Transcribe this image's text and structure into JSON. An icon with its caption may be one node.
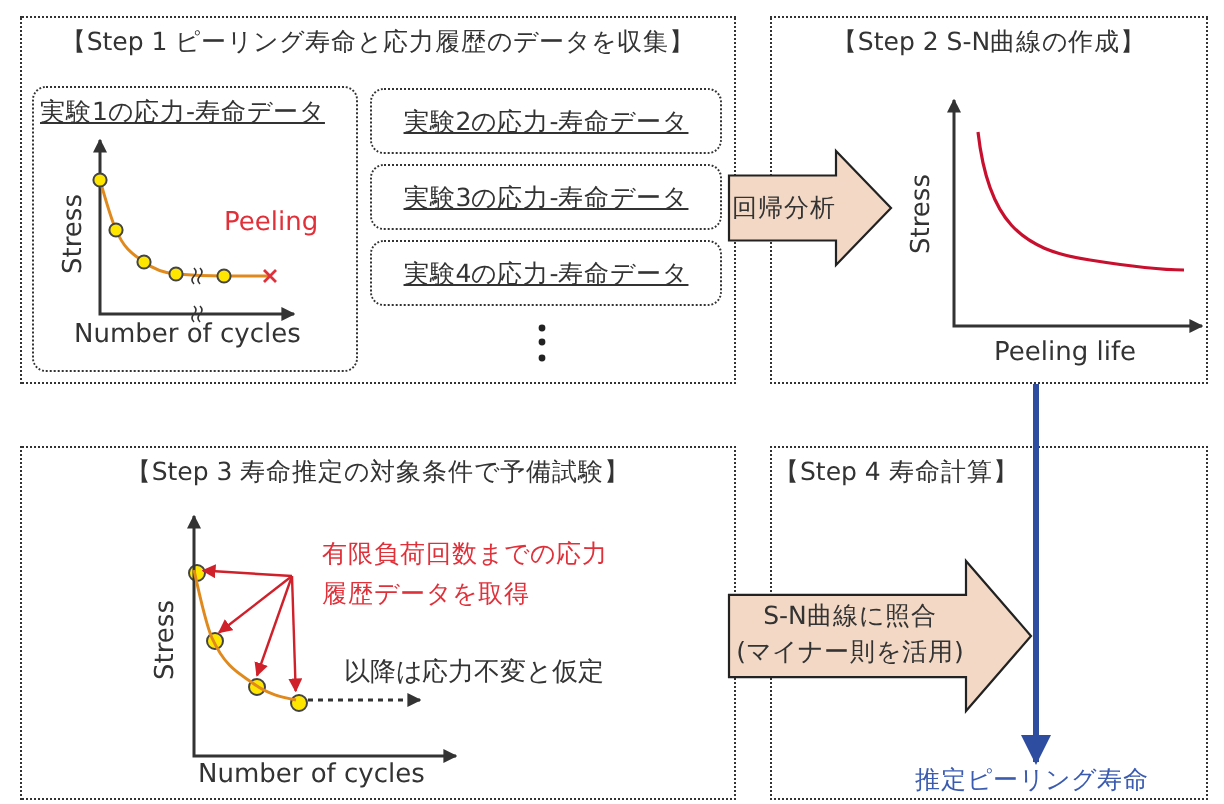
{
  "diagram": {
    "nodes": [
      {
        "text": [
          "【Step 1 ピーリング寿命と応力履歴のデータを収集】"
        ]
      },
      {
        "text": [
          "実験1の応力-寿命データ"
        ],
        "in": 0
      },
      {
        "text": [
          "実験2の応力-寿命データ"
        ],
        "in": 0
      },
      {
        "text": [
          "実験3の応力-寿命データ"
        ],
        "in": 0
      },
      {
        "text": [
          "実験4の応力-寿命データ"
        ],
        "in": 0
      },
      {
        "text": [
          "【Step 2 S-N曲線の作成】"
        ]
      },
      {
        "text": [
          "【Step 3 寿命推定の対象条件で予備試験】"
        ]
      },
      {
        "text": [
          "【Step 4 寿命計算】"
        ]
      },
      {
        "text": [
          "回帰分析"
        ]
      },
      {
        "text": [
          "S-N曲線に照合",
          "(マイナー則を活用)"
        ]
      },
      {
        "text": [
          "推定ピーリング寿命"
        ],
        "in": 7
      },
      {
        "text": [
          "有限負荷回数までの応力履歴データを取得"
        ],
        "in": 6
      },
      {
        "text": [],
        "shape": "circle",
        "in": 6
      },
      {
        "text": [],
        "shape": "circle",
        "in": 6
      },
      {
        "text": [],
        "shape": "circle",
        "in": 6
      },
      {
        "text": [],
        "shape": "circle",
        "in": 6
      }
    ],
    "edges": [
      {
        "from": 5,
        "to": 10,
        "arrow": "to",
        "style": "thick",
        "color": "#2f4da0"
      },
      {
        "from": 11,
        "to": 12,
        "arrow": "to"
      },
      {
        "from": 11,
        "to": 13,
        "arrow": "to"
      },
      {
        "from": 11,
        "to": 14,
        "arrow": "to"
      },
      {
        "from": 11,
        "to": 15,
        "arrow": "to"
      }
    ],
    "labels": [
      "Stress",
      "Peeling",
      "Number of cycles",
      "Stress",
      "Peeling life",
      "以降は応力不変と仮定",
      "Stress",
      "Number of cycles"
    ]
  }
}
